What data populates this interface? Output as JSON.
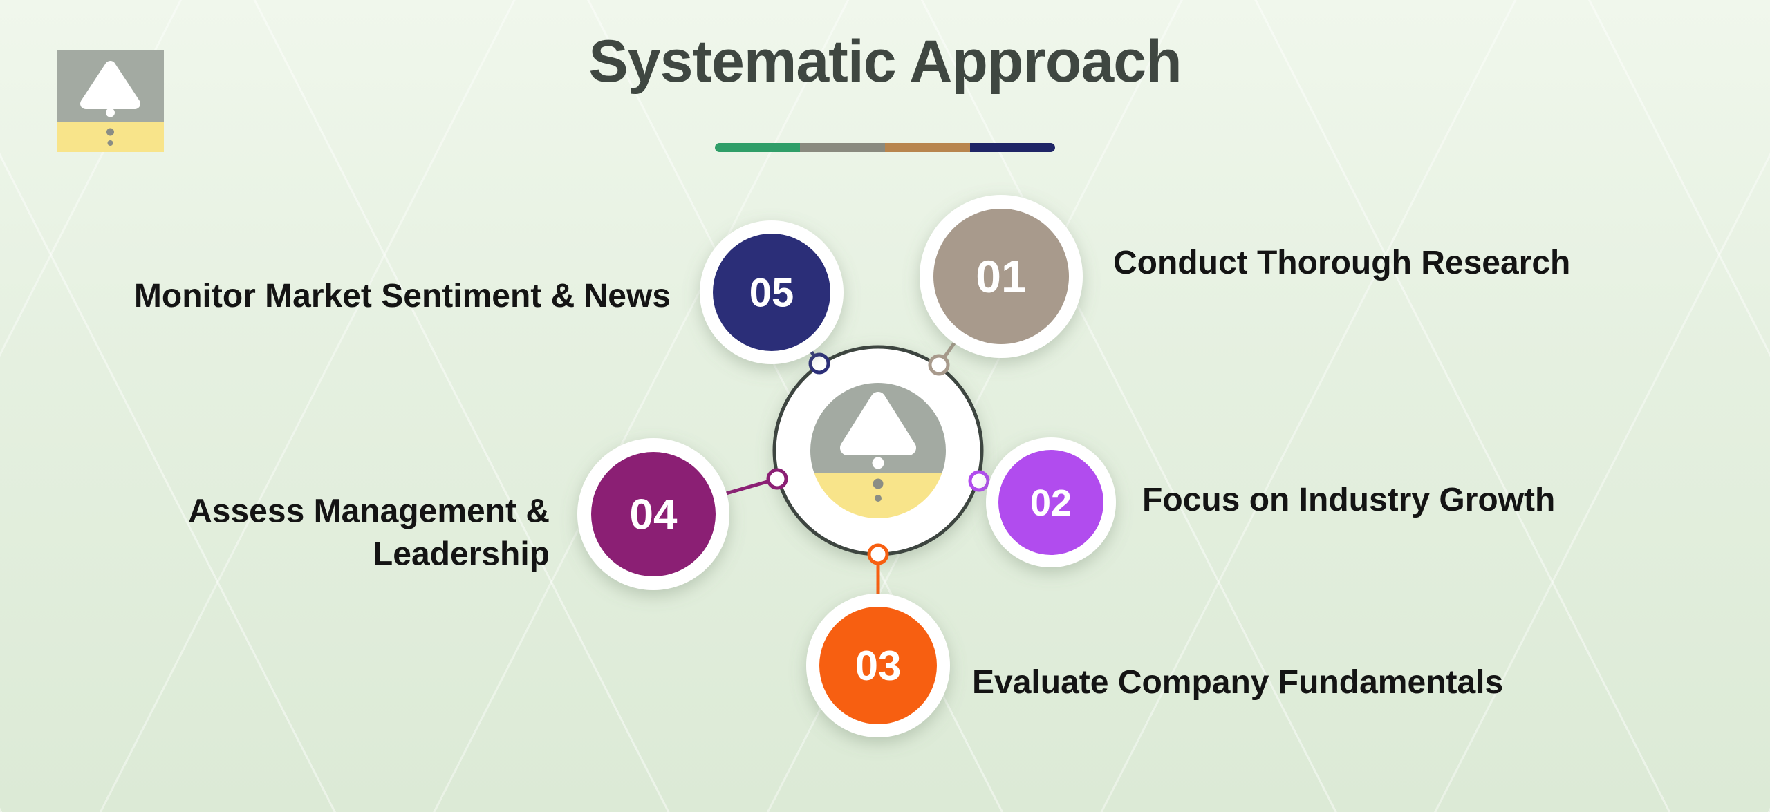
{
  "title": "Systematic Approach",
  "accent_bar": {
    "colors": [
      "#2f9e68",
      "#8a8a7f",
      "#b8854e",
      "#1f2566"
    ]
  },
  "background_color": "#e7f1e3",
  "title_color": "#3f4741",
  "logo": {
    "gray": "#a3aaa2",
    "yellow": "#f8e48a",
    "triangle": "#ffffff",
    "dot_gray": "#8a8d85"
  },
  "hub": {
    "ring_color": "#3e443f",
    "fill": "#ffffff"
  },
  "steps": [
    {
      "num": "01",
      "label": "Conduct Thorough Research",
      "color": "#a89a8c"
    },
    {
      "num": "02",
      "label": "Focus on Industry Growth",
      "color": "#b14cee"
    },
    {
      "num": "03",
      "label": "Evaluate Company Fundamentals",
      "color": "#f75f11"
    },
    {
      "num": "04",
      "label": "Assess Management & Leadership",
      "color": "#8b1f74"
    },
    {
      "num": "05",
      "label": "Monitor Market Sentiment & News",
      "color": "#2b2e78"
    }
  ]
}
